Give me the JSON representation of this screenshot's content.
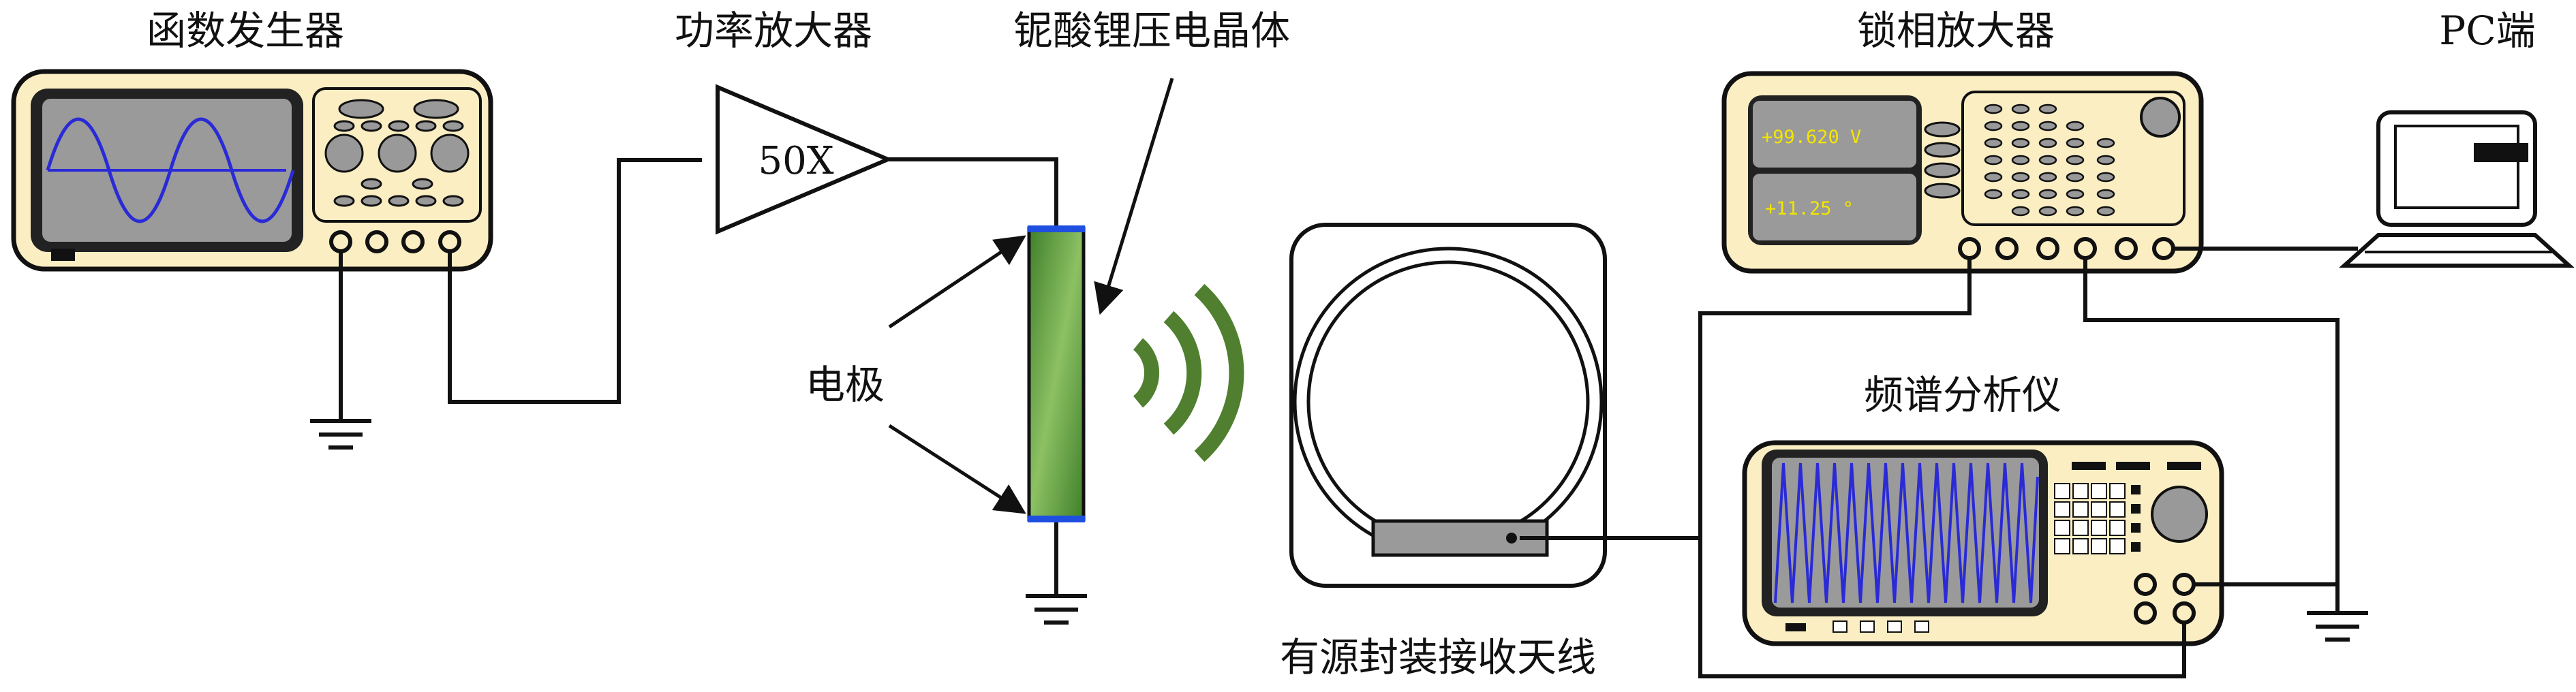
{
  "labels": {
    "function_generator": "函数发生器",
    "power_amplifier": "功率放大器",
    "crystal": "铌酸锂压电晶体",
    "lockin_amplifier": "锁相放大器",
    "pc": "PC端",
    "electrode": "电极",
    "spectrum_analyzer": "频谱分析仪",
    "antenna": "有源封装接收天线"
  },
  "amplifier": {
    "gain": "50X"
  },
  "lockin_display": {
    "voltage": "+99.620 V",
    "phase": "+11.25 °"
  },
  "colors": {
    "device_fill": "#fbeec3",
    "screen_fill": "#9a9a9a",
    "signal": "#2a2ad6",
    "wave": "#4f7f2f",
    "crystal_green": "#6aa84f",
    "electrode_blue": "#1f4fe0",
    "readout_yellow": "#f2e600"
  }
}
